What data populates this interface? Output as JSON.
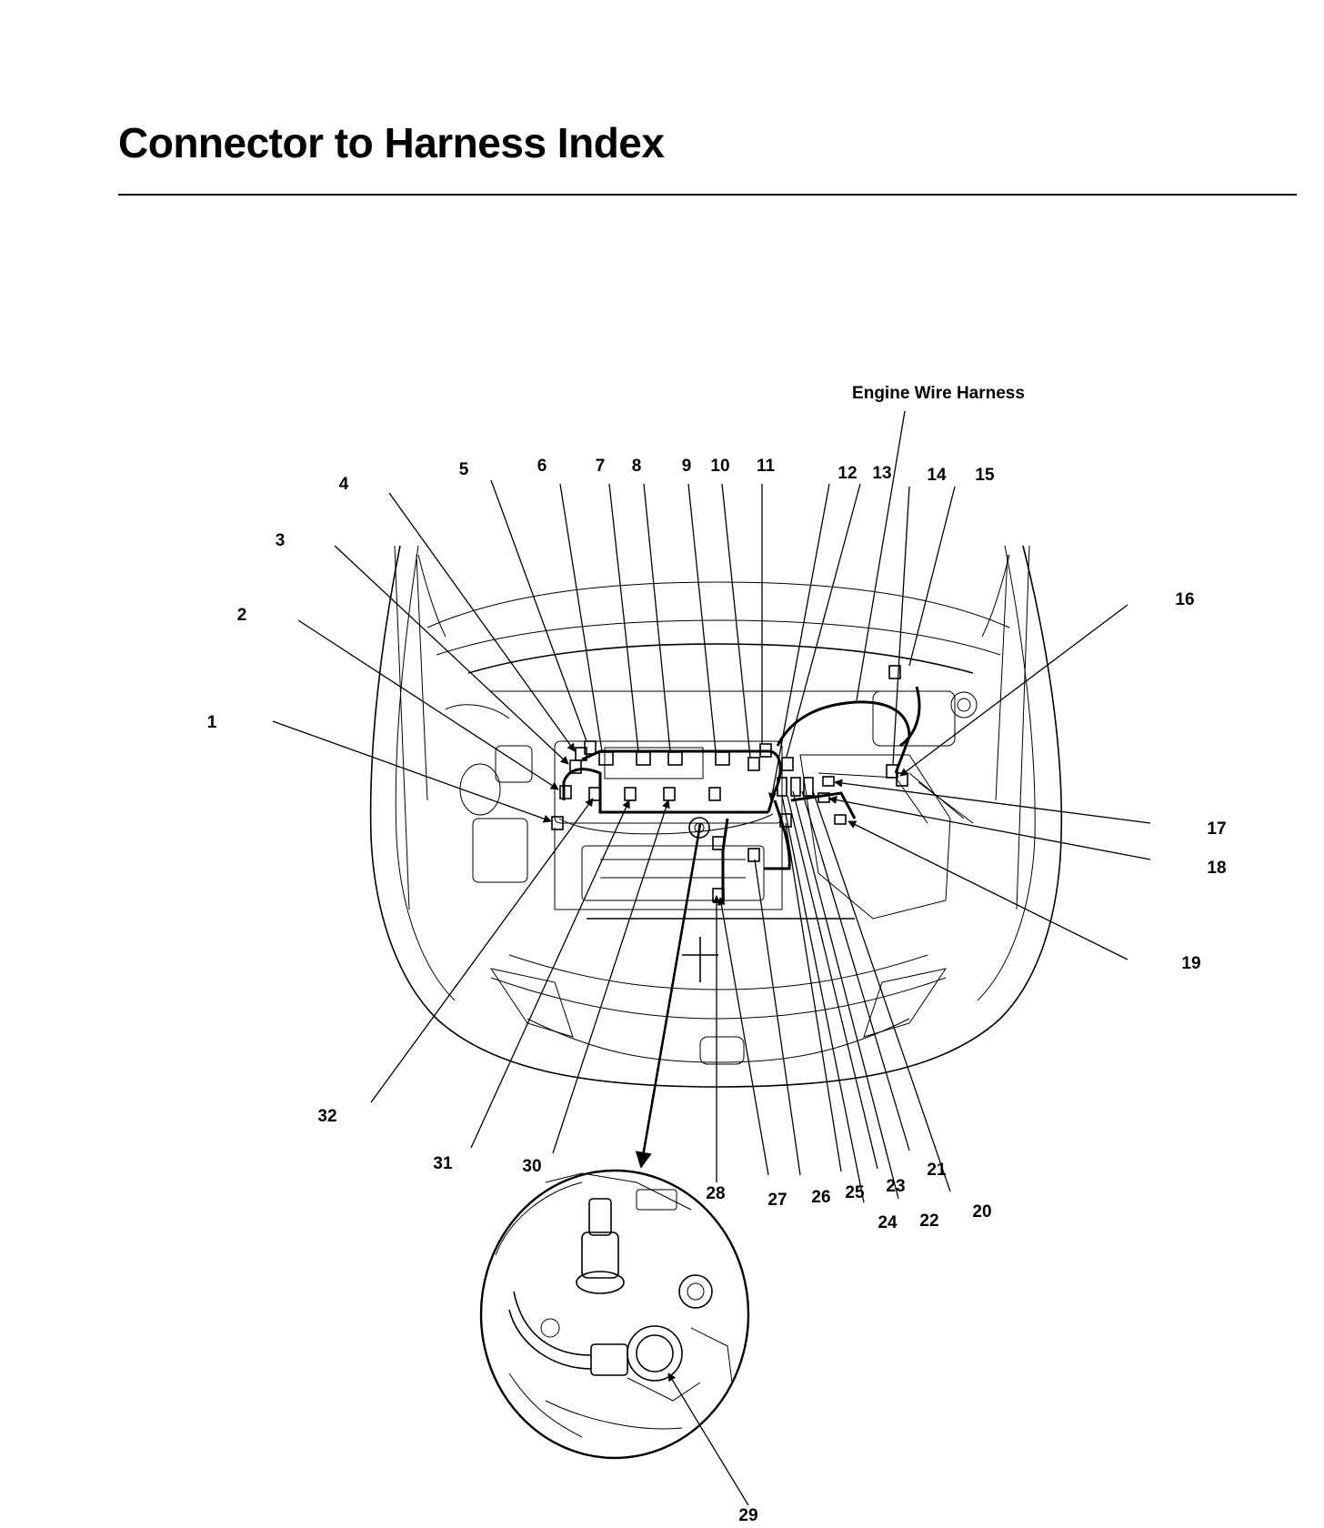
{
  "title": "Connector to Harness Index",
  "harness_label": "Engine Wire Harness",
  "connectors": [
    {
      "n": "1"
    },
    {
      "n": "2"
    },
    {
      "n": "3"
    },
    {
      "n": "4"
    },
    {
      "n": "5"
    },
    {
      "n": "6"
    },
    {
      "n": "7"
    },
    {
      "n": "8"
    },
    {
      "n": "9"
    },
    {
      "n": "10"
    },
    {
      "n": "11"
    },
    {
      "n": "12"
    },
    {
      "n": "13"
    },
    {
      "n": "14"
    },
    {
      "n": "15"
    },
    {
      "n": "16"
    },
    {
      "n": "17"
    },
    {
      "n": "18"
    },
    {
      "n": "19"
    },
    {
      "n": "20"
    },
    {
      "n": "21"
    },
    {
      "n": "22"
    },
    {
      "n": "23"
    },
    {
      "n": "24"
    },
    {
      "n": "25"
    },
    {
      "n": "26"
    },
    {
      "n": "27"
    },
    {
      "n": "28"
    },
    {
      "n": "29"
    },
    {
      "n": "30"
    },
    {
      "n": "31"
    },
    {
      "n": "32"
    }
  ]
}
